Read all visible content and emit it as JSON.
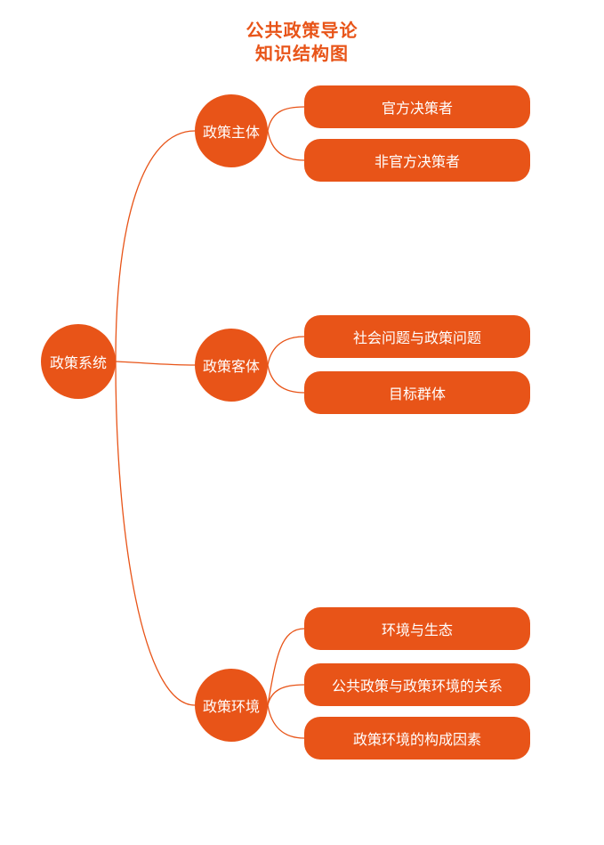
{
  "title": {
    "line1": "公共政策导论",
    "line2": "知识结构图"
  },
  "colors": {
    "accent": "#E85418",
    "text_on_accent": "#FFFFFF",
    "background": "#FFFFFF"
  },
  "mindmap": {
    "root": {
      "label": "政策系统"
    },
    "branches": [
      {
        "label": "政策主体",
        "children": [
          {
            "label": "官方决策者"
          },
          {
            "label": "非官方决策者"
          }
        ]
      },
      {
        "label": "政策客体",
        "children": [
          {
            "label": "社会问题与政策问题"
          },
          {
            "label": "目标群体"
          }
        ]
      },
      {
        "label": "政策环境",
        "children": [
          {
            "label": "环境与生态"
          },
          {
            "label": "公共政策与政策环境的关系"
          },
          {
            "label": "政策环境的构成因素"
          }
        ]
      }
    ]
  }
}
